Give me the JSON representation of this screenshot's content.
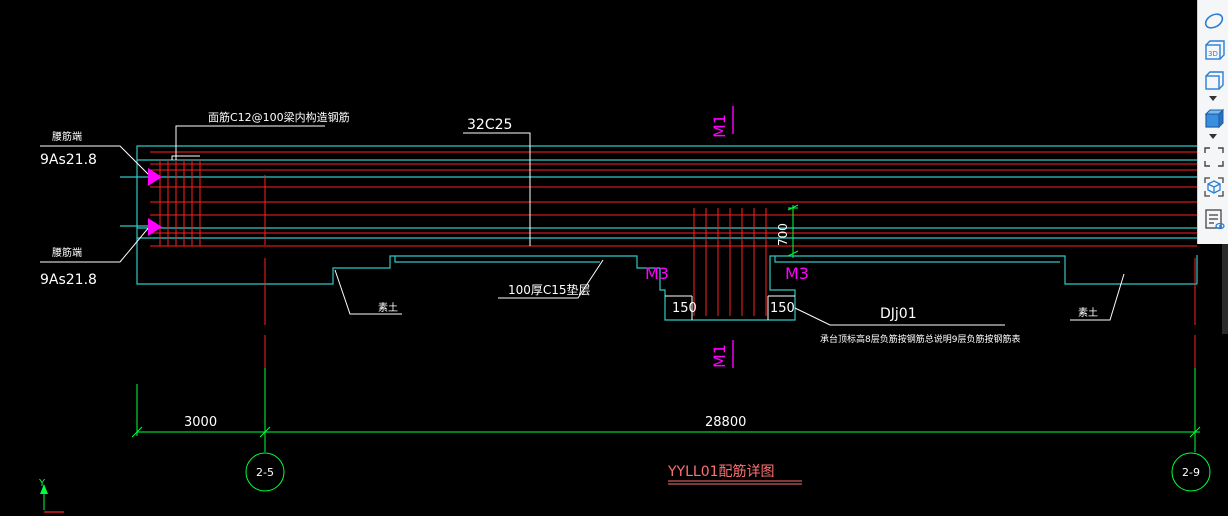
{
  "drawing": {
    "rebar_callout": "面筋C12@100梁内构造钢筋",
    "main_rebar": "32C25",
    "left_label_top": "腰筋端",
    "left_rebar_top": "9As21.8",
    "left_label_bottom": "腰筋端",
    "left_rebar_bottom": "9As21.8",
    "section_m1_top": "M1",
    "section_m1_bottom": "M1",
    "section_m3_left": "M3",
    "section_m3_right": "M3",
    "depth_dim": "700",
    "pit_dim_left": "150",
    "pit_dim_right": "150",
    "cushion_note": "100厚C15垫层",
    "soil_left": "素土",
    "soil_right": "素土",
    "foundation_id": "DJj01",
    "foundation_note": "承台顶标高8层负筋按钢筋总说明9层负筋按钢筋表",
    "dim_left": "3000",
    "dim_main": "28800",
    "axis_left": "2-5",
    "axis_right": "2-9",
    "drawing_title": "YYLL01配筋详图",
    "ucs_y": "Y"
  },
  "colors": {
    "cyan": "#2fc6c6",
    "red": "#ff2020",
    "white": "#ffffff",
    "magenta": "#ff00ff",
    "green": "#00ff3c",
    "coral": "#ff7070"
  },
  "toolbar": {
    "icons": [
      "orbit-icon",
      "3d-view-icon",
      "view-cube-icon",
      "shaded-box-icon",
      "zoom-extents-icon",
      "isometric-cube-icon",
      "properties-panel-icon"
    ]
  }
}
